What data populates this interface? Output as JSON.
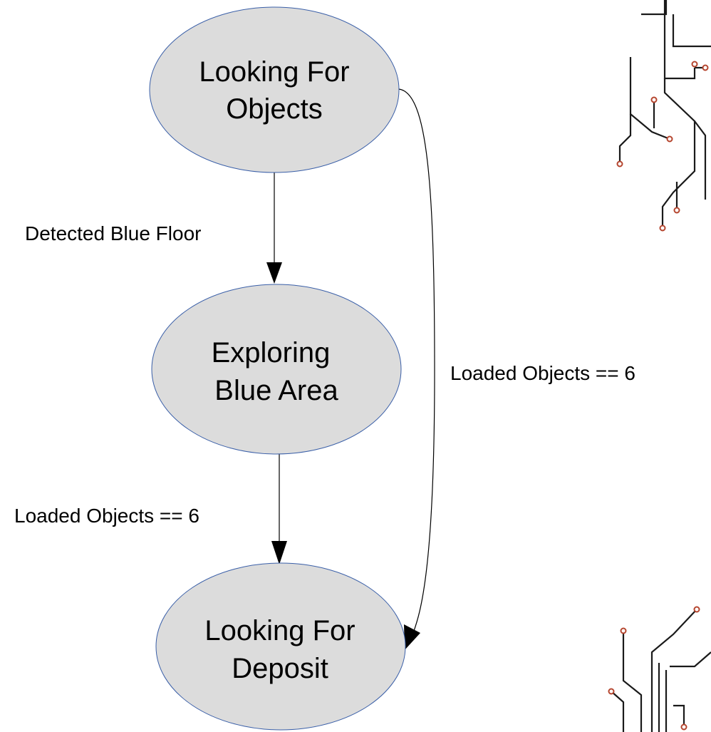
{
  "diagram": {
    "nodes": {
      "looking_for_objects": {
        "line1": "Looking For",
        "line2": "Objects"
      },
      "exploring_blue_area": {
        "line1": "Exploring",
        "line2": "Blue Area"
      },
      "looking_for_deposit": {
        "line1": "Looking For",
        "line2": "Deposit"
      }
    },
    "edges": {
      "objects_to_exploring": {
        "label": "Detected Blue Floor"
      },
      "exploring_to_deposit": {
        "label": "Loaded Objects == 6"
      },
      "objects_to_deposit": {
        "label": "Loaded Objects == 6"
      }
    }
  },
  "colors": {
    "node_fill": "#dcdcdc",
    "node_stroke": "#3a5fa8",
    "circuit_trace": "#1a1a1a",
    "circuit_pad": "#b5452e"
  },
  "decorations": [
    "circuit-board-traces-top-right",
    "circuit-board-traces-bottom-right"
  ]
}
